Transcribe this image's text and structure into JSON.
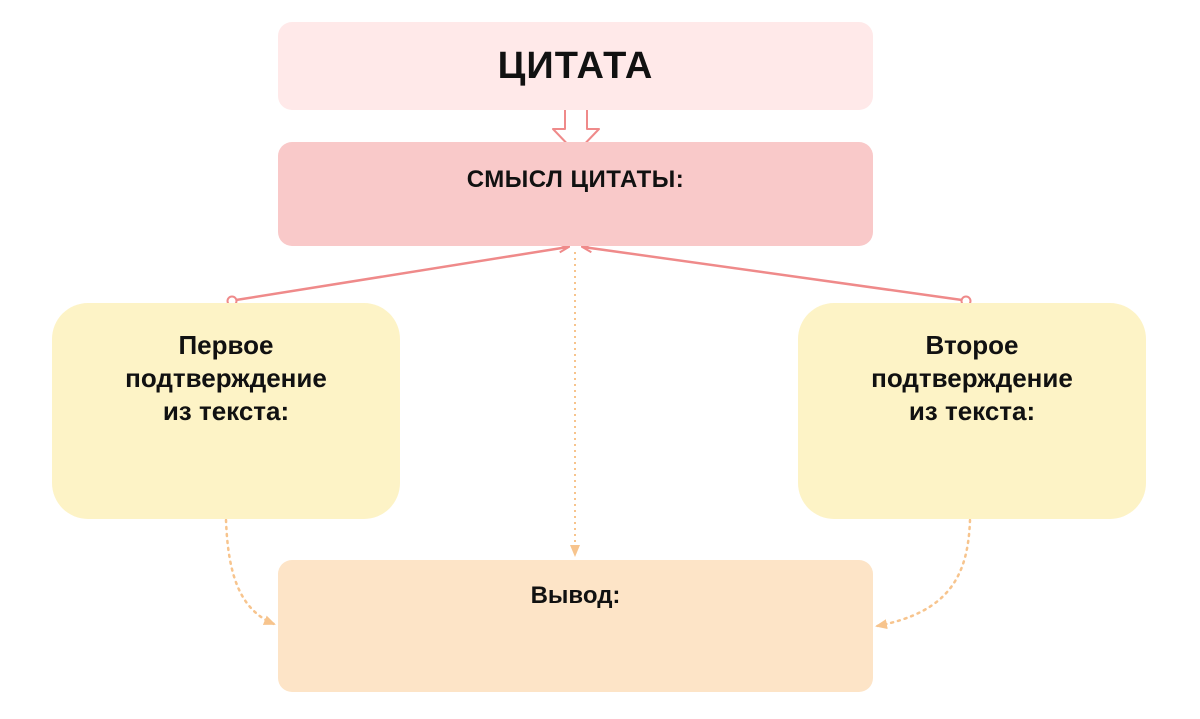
{
  "blocks": {
    "quote": {
      "label": "ЦИТАТА",
      "color": "#ffe9e9"
    },
    "meaning": {
      "label": "СМЫСЛ ЦИТАТЫ:",
      "color": "#f9c9c9"
    },
    "evidence_1": {
      "label": "Первое\nподтверждение\nиз текста:",
      "color": "#fdf3c6"
    },
    "evidence_2": {
      "label": "Второе\nподтверждение\nиз текста:",
      "color": "#fdf3c6"
    },
    "conclusion": {
      "label": "Вывод:",
      "color": "#fde4c7"
    }
  },
  "connectors": {
    "solid_color": "#ef8a8a",
    "dotted_color": "#f7c48d"
  }
}
